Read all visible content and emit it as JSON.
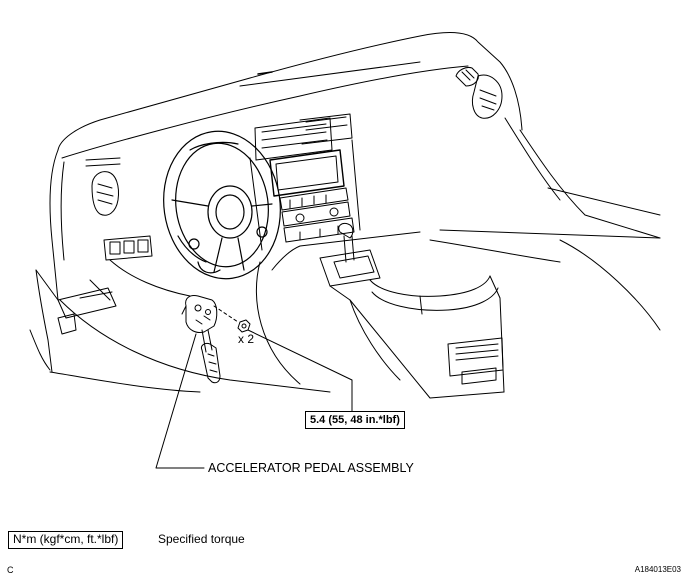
{
  "diagram": {
    "torque_value": "5.4 (55, 48 in.*lbf)",
    "fastener_count": "x 2",
    "part_label": "ACCELERATOR PEDAL ASSEMBLY",
    "legend": {
      "unit": "N*m (kgf*cm, ft.*lbf)",
      "description": "Specified torque"
    },
    "corner_letter": "C",
    "figure_code": "A184013E03"
  },
  "colors": {
    "line": "#000000",
    "background": "#ffffff"
  }
}
